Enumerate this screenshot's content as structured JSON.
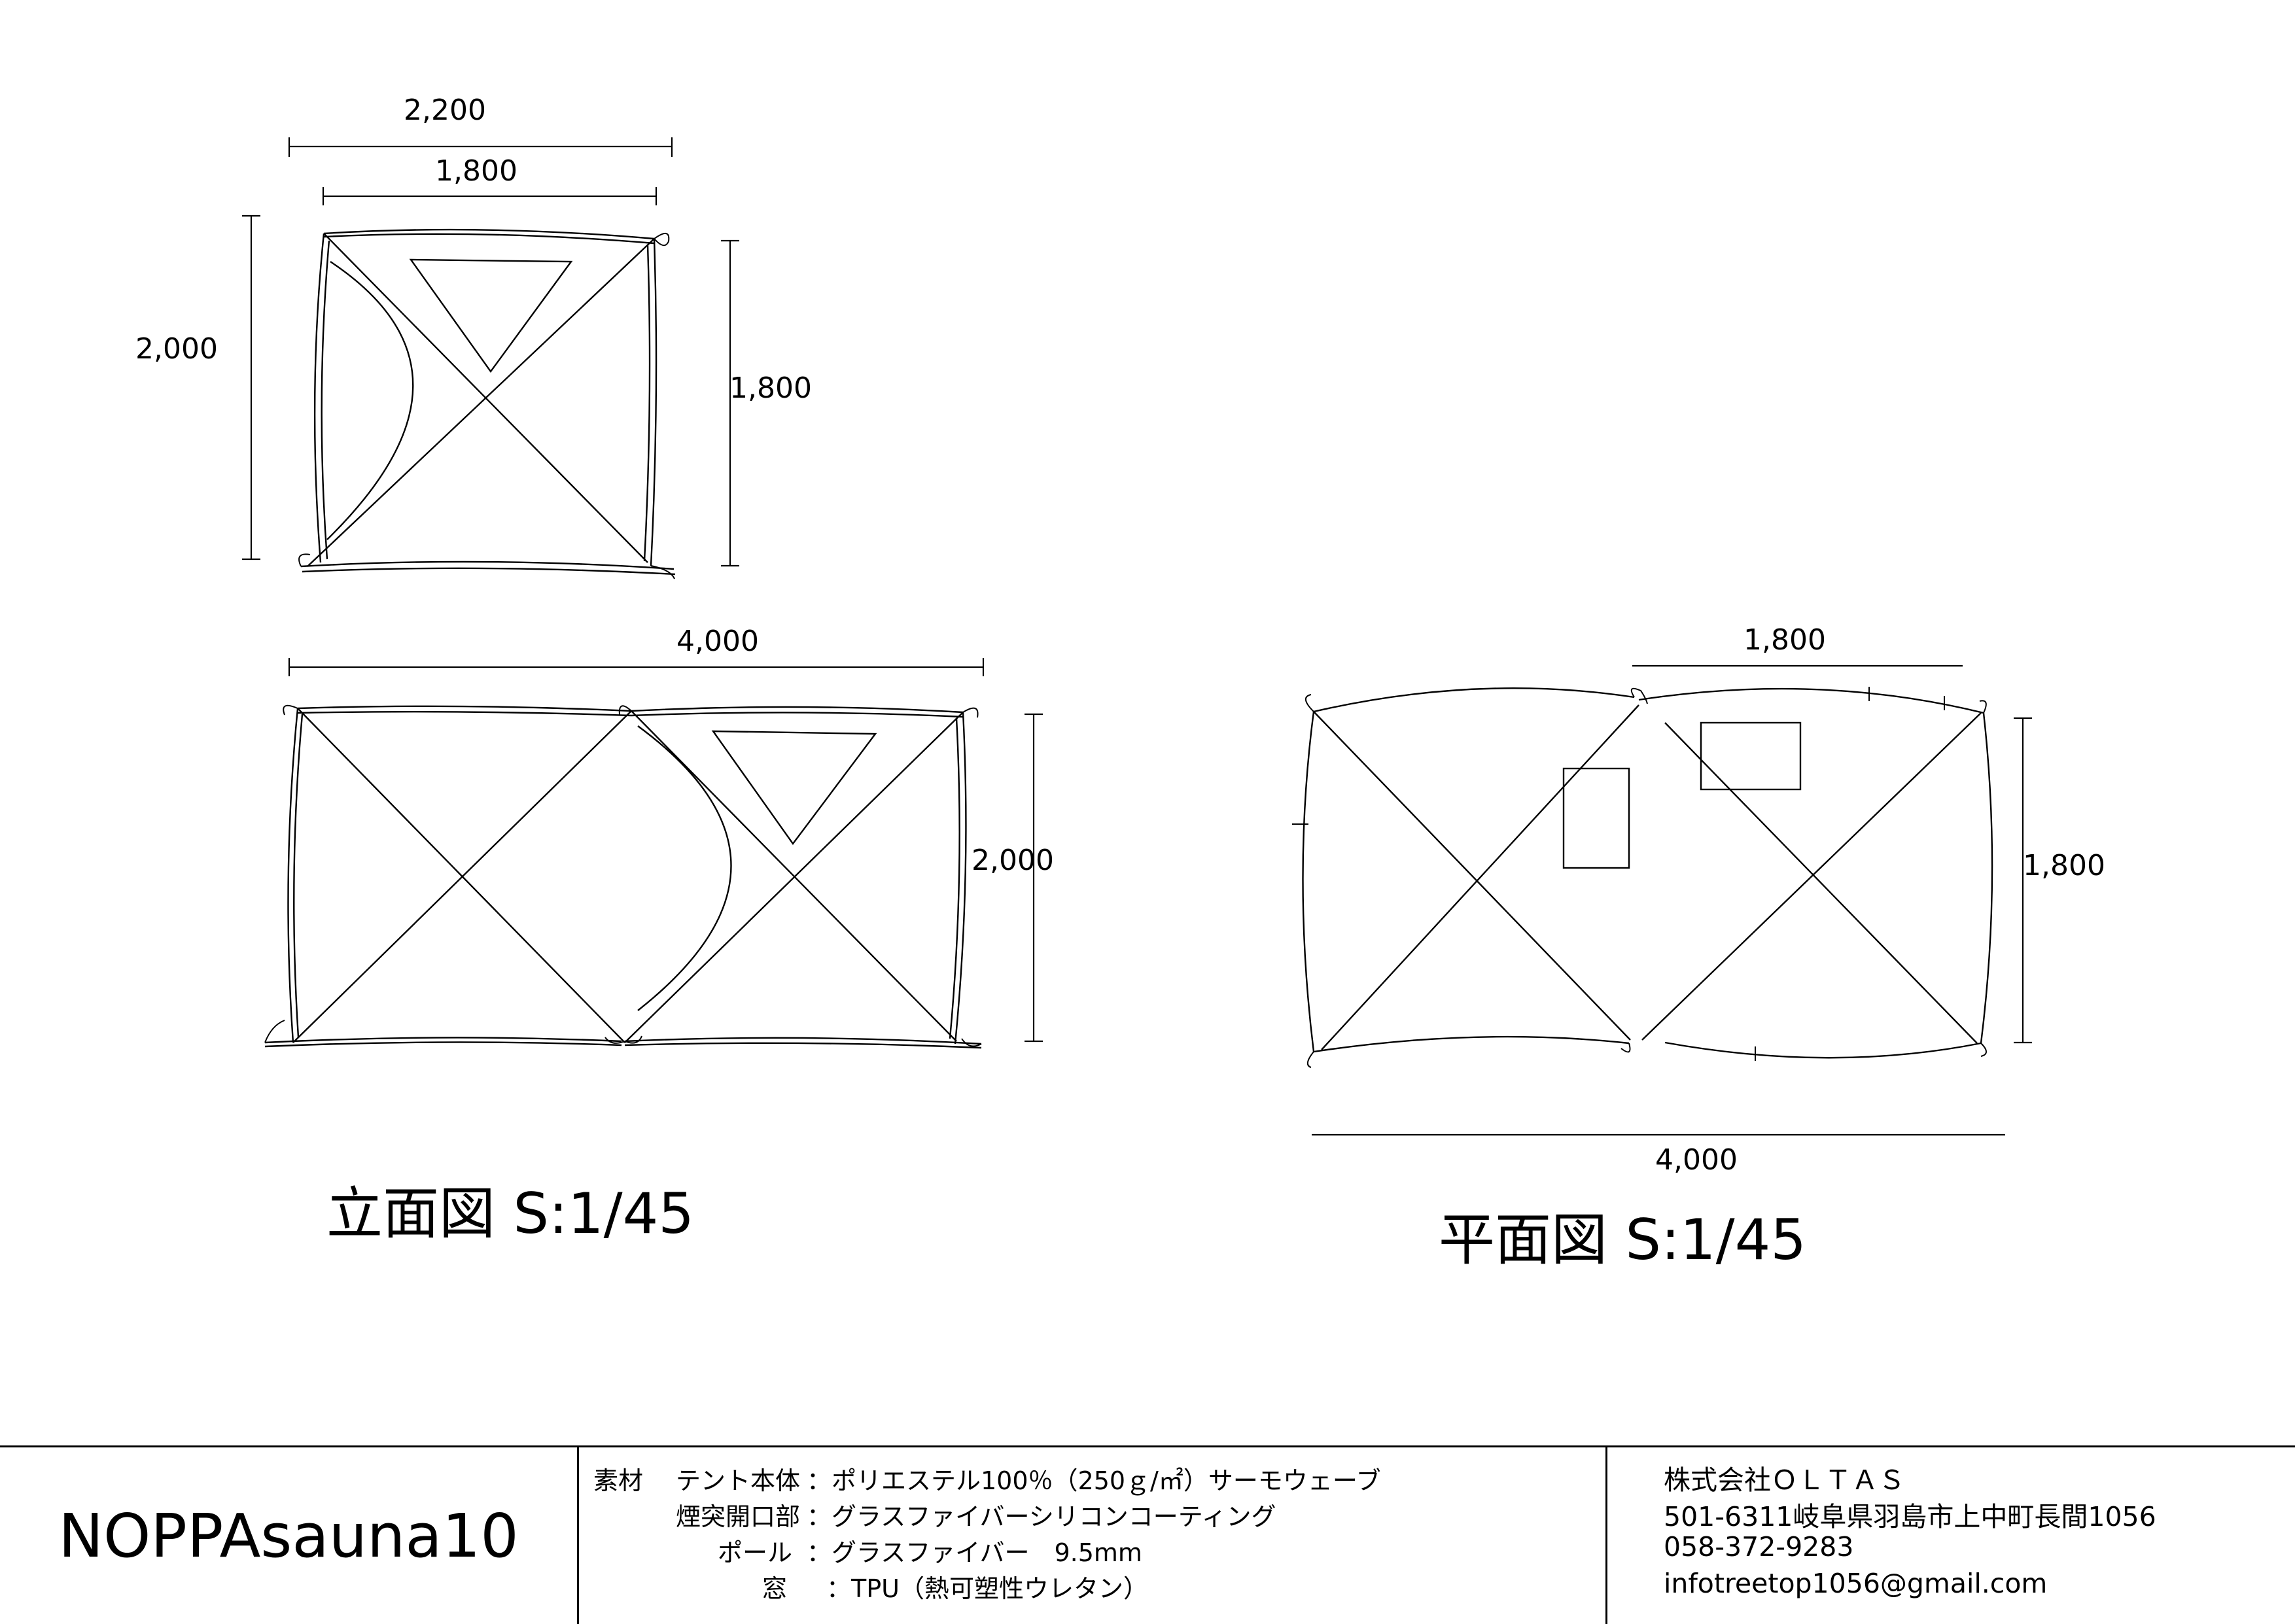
{
  "elevation": {
    "dims": {
      "top_outer": "2,200",
      "top_inner": "1,800",
      "left_height": "2,000",
      "right_height": "1,800",
      "long_width": "4,000",
      "long_height": "2,000"
    },
    "caption": "立面図 S:1/45"
  },
  "plan": {
    "dims": {
      "top_width": "1,800",
      "right_height": "1,800",
      "bottom_width": "4,000"
    },
    "caption": "平面図 S:1/45"
  },
  "title_block": {
    "product_name": "NOPPAsauna10",
    "materials_heading": "素材",
    "materials": [
      {
        "name": "テント本体",
        "sep": "：",
        "value": "ポリエステル100％（250ｇ/㎡）サーモウェーブ"
      },
      {
        "name": "煙突開口部",
        "sep": "：",
        "value": "グラスファイバーシリコンコーティング"
      },
      {
        "name": "ポール",
        "sep": "：",
        "value": "グラスファイバー　9.5mm"
      },
      {
        "name": "窓",
        "sep": "：",
        "value": "TPU（熱可塑性ウレタン）"
      }
    ],
    "company": {
      "name": "株式会社ＯＬＴＡＳ",
      "address": "501-6311岐阜県羽島市上中町長間1056",
      "phone": "058-372-9283",
      "email": "infotreetop1056@gmail.com"
    }
  }
}
